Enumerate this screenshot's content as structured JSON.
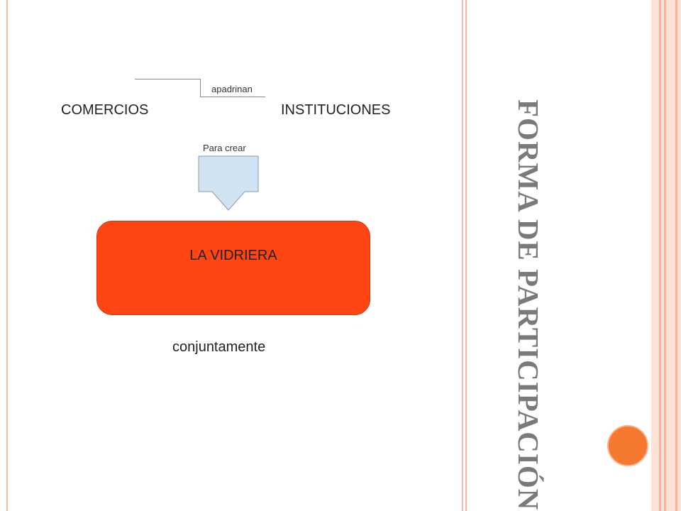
{
  "diagram": {
    "top_link_label": "apadrinan",
    "left_node": "COMERCIOS",
    "right_node": "INSTITUCIONES",
    "arrow_label": "Para crear",
    "center_box": "LA VIDRIERA",
    "bottom_label": "conjuntamente"
  },
  "slide": {
    "title": "FORMA DE PARTICIPACIÓN"
  },
  "colors": {
    "box_fill": "#ff4511",
    "arrow_fill": "#cfe3f3",
    "title_color": "#7a7a7a",
    "accent_circle": "#f4792f",
    "frame_accent": "#f4b9a3"
  }
}
